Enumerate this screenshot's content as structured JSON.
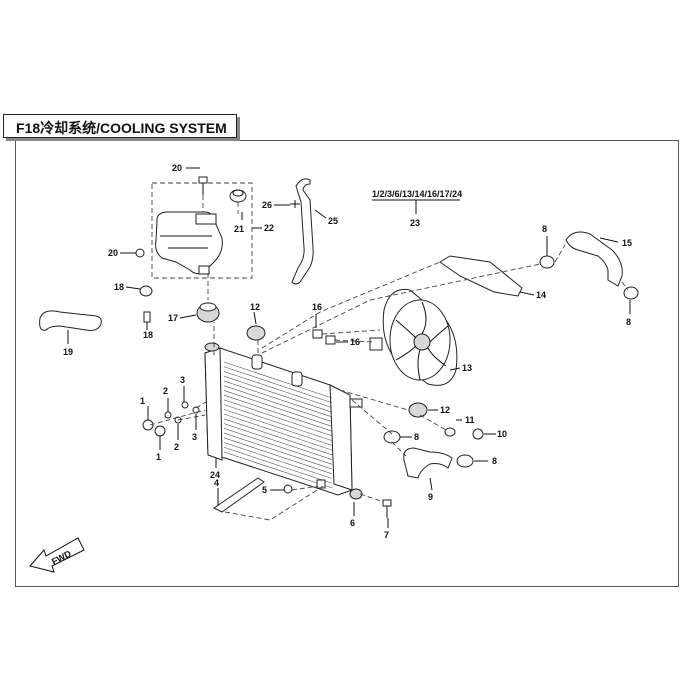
{
  "title": "F18冷却系统/COOLING SYSTEM",
  "group_label": "1/2/3/6/13/14/16/17/24",
  "fwd_label": "FWD",
  "callouts": {
    "c1a": "1",
    "c1b": "1",
    "c2a": "2",
    "c2b": "2",
    "c3a": "3",
    "c3b": "3",
    "c4": "4",
    "c5": "5",
    "c6": "6",
    "c7": "7",
    "c8a": "8",
    "c8b": "8",
    "c8c": "8",
    "c8d": "8",
    "c9": "9",
    "c10": "10",
    "c11": "11",
    "c12a": "12",
    "c12b": "12",
    "c13": "13",
    "c14": "14",
    "c15": "15",
    "c16a": "16",
    "c16b": "16",
    "c17": "17",
    "c18a": "18",
    "c18b": "18",
    "c19": "19",
    "c20a": "20",
    "c20b": "20",
    "c21": "21",
    "c22": "22",
    "c23": "23",
    "c24": "24",
    "c25": "25",
    "c26": "26"
  }
}
